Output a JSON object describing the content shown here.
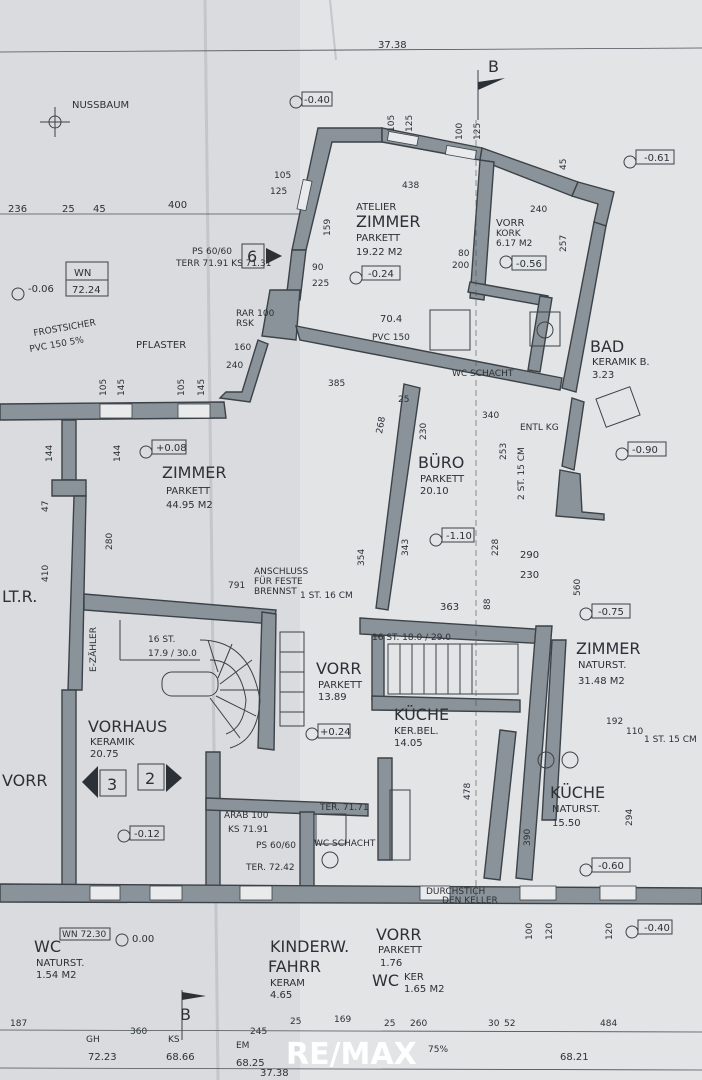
{
  "dimensions": {
    "top_total": "37.38",
    "bottom_total": "37.38",
    "left_236": "236",
    "left_25": "25",
    "left_45": "45",
    "left_400": "400",
    "b_685": "68.21",
    "d105a": "105",
    "d125a": "125",
    "d100a": "100",
    "d125b": "125",
    "d45": "45",
    "d438": "438",
    "d240": "240",
    "d159": "159",
    "d257": "257",
    "d105b": "105",
    "d125c": "125",
    "d90": "90",
    "d225": "225",
    "d80": "80",
    "d200": "200",
    "d704": "70.4",
    "d160": "160",
    "d240b": "240",
    "d385": "385",
    "d340": "340",
    "d268": "268",
    "d25": "25",
    "d230": "230",
    "d253": "253",
    "d105c": "105",
    "d145": "145",
    "d105d": "105",
    "d145b": "145",
    "d144": "144",
    "d144b": "144",
    "d280": "280",
    "d410": "410",
    "d47": "47",
    "d354": "354",
    "d343": "343",
    "d228": "228",
    "d290": "290",
    "d230b": "230",
    "d560": "560",
    "d363": "363",
    "d88": "88",
    "d791": "791",
    "d192": "192",
    "d110": "110",
    "d294": "294",
    "d390": "390",
    "d478": "478",
    "d187": "187",
    "d360": "360",
    "d245": "245",
    "d169": "169",
    "d260": "260",
    "d30": "30",
    "d52": "52",
    "d484": "484",
    "d25b": "25",
    "d25c": "25",
    "d100": "100",
    "d120": "120",
    "d120b": "120"
  },
  "labels": {
    "nussbaum": "NUSSBAUM",
    "pflaster": "PFLASTER",
    "frostsicher": "FROSTSICHER",
    "pvc": "PVC 150 5%",
    "ps": "PS 60/60",
    "terr": "TERR 71.91 KS 71.31",
    "rar": "RAR 100",
    "rsk": "RSK",
    "pvc2": "PVC 150",
    "wcschacht": "WC SCHACHT",
    "entl": "ENTL KG",
    "anschluss": "ANSCHLUSS",
    "fur": "FÜR FESTE",
    "brennst": "BRENNST",
    "st16": "1 ST. 16 CM",
    "stair": "16 ST. 18.0 / 29.0",
    "stair2": "16 ST.",
    "stair2b": "17.9 / 30.0",
    "ezahler": "E-ZÄHLER",
    "durchstich": "DURCHSTICH",
    "denkeller": "DEN KELLER",
    "st15": "2 ST. 15 CM",
    "st15b": "1 ST. 15 CM",
    "ks": "KS 71.91",
    "terr2": "TER. 72.42",
    "arab": "ARAB 100",
    "wcschacht2": "WC SCHACHT",
    "terr3": "TER. 71.71",
    "ps2": "PS 60/60",
    "wn": "WN",
    "wn_val": "72.24",
    "wn2": "WN 72.30",
    "gh": "GH",
    "gh_val": "72.23",
    "ks2": "KS",
    "ks2_val": "68.66",
    "em": "EM",
    "em_val": "68.25",
    "mark_b_top": "B",
    "mark_b_bottom": "B",
    "mark_6": "6",
    "mark_3": "3",
    "mark_2": "2",
    "slope": "75%"
  },
  "levels": {
    "l1": "-0.40",
    "l2": "-0.61",
    "l3": "-0.24",
    "l4": "-0.56",
    "l5": "-0.06",
    "l6": "+0.08",
    "l7": "-0.90",
    "l8": "-1.10",
    "l9": "-0.75",
    "l10": "+0.24",
    "l11": "-0.12",
    "l12": "-0.60",
    "l13": "0.00",
    "l14": "-0.40"
  },
  "rooms": {
    "atelier": {
      "pre": "ATELIER",
      "name": "ZIMMER",
      "floor": "PARKETT",
      "area": "19.22 M2"
    },
    "vorr1": {
      "name": "VORR",
      "floor": "KORK",
      "area": "6.17 M2"
    },
    "bad": {
      "name": "BAD",
      "floor": "KERAMIK B.",
      "area": "3.23"
    },
    "zimmer1": {
      "name": "ZIMMER",
      "floor": "PARKETT",
      "area": "44.95 M2"
    },
    "buero": {
      "name": "BÜRO",
      "floor": "PARKETT",
      "area": "20.10"
    },
    "vorr2": {
      "name": "VORR",
      "floor": "PARKETT",
      "area": "13.89"
    },
    "zimmer2": {
      "name": "ZIMMER",
      "floor": "NATURST.",
      "area": "31.48 M2"
    },
    "vorhaus": {
      "name": "VORHAUS",
      "floor": "KERAMIK",
      "area": "20.75"
    },
    "kueche1": {
      "name": "KÜCHE",
      "floor": "KER.BEL.",
      "area": "14.05"
    },
    "kueche2": {
      "name": "KÜCHE",
      "floor": "NATURST.",
      "area": "15.50"
    },
    "wc1": {
      "name": "WC",
      "floor": "NATURST.",
      "area": "1.54 M2"
    },
    "kinderw": {
      "name": "KINDERW.",
      "floor": "",
      "area": ""
    },
    "fahrr": {
      "name": "FAHRR",
      "floor": "KERAM",
      "area": "4.65"
    },
    "vorr3": {
      "name": "VORR",
      "floor": "PARKETT",
      "area": "1.76"
    },
    "wc2": {
      "name": "WC",
      "floor": "KER",
      "area": "1.65 M2"
    },
    "partial1": {
      "name": "LT.R."
    },
    "partial2": {
      "name": "VORR"
    }
  },
  "brand": {
    "logo": "RE/MAX"
  },
  "colors": {
    "wall": "#8a9399",
    "paper": "#d9dbde",
    "ink": "#2b3137"
  }
}
